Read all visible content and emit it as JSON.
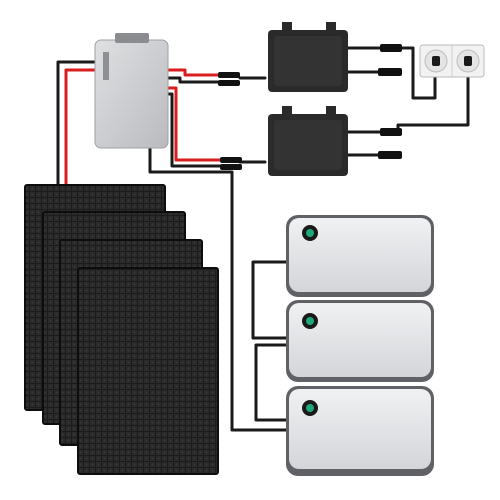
{
  "scene": {
    "controller_brand": "",
    "colors": {
      "background": "#ffffff",
      "cable_black": "#1a1a1a",
      "cable_red": "#d81e1e",
      "controller_body": "#c9cbce",
      "inverter_body": "#2a2a2a",
      "panel_cell": "#1f1f1f",
      "battery_body": "#e3e4e6",
      "battery_trim": "#5f6166",
      "power_button": "#1fa87a",
      "socket_body": "#f2f2f2"
    },
    "components": {
      "solar_panels": 4,
      "microinverters": 2,
      "battery_modules": 3,
      "wall_sockets": 2,
      "charge_controllers": 1
    }
  }
}
